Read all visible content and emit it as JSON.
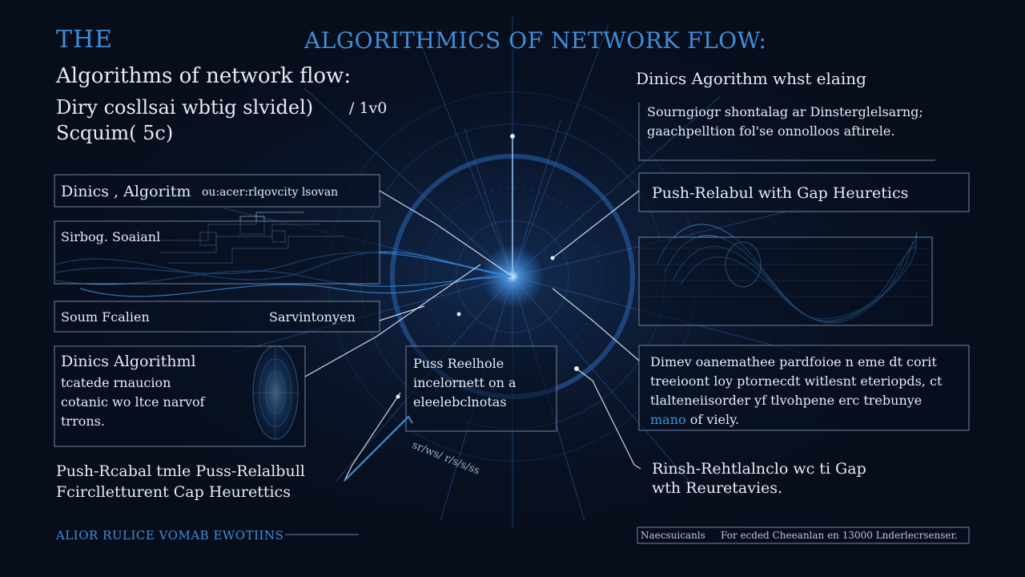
{
  "colors": {
    "background": "#070d1a",
    "accent_blue": "#3f8ed8",
    "line": "#8aa0bf",
    "glow": "#2f7fd6"
  },
  "header": {
    "title_left": "THE",
    "title_center": "ALGORITHMICS OF NETWORK FLOW:",
    "subtitle": "Algorithms of network flow:",
    "subtitle2_line1": "Diry cosllsai wbtig slvidel)",
    "subtitle2_marker": "/ 1v0",
    "subtitle2_line2": "Scquim( 5c)"
  },
  "left_panels": {
    "dinics_label": "Dinics , Algoritm",
    "dinics_sub": "ou:acer:rlqovcity lsovan",
    "circuit_label": "Sirbog. Soaianl",
    "source_left": "Soum Fcalien",
    "source_right": "Sarvintonyen",
    "dinics_algo_title": "Dinics Algorithml",
    "dinics_algo_body": [
      "tcatede rnaucion",
      "cotanic wo ltce narvof",
      "trrons."
    ],
    "push_relabel_title": "Push-Rcabal tmle Puss-Relalbull",
    "push_relabel_sub": "Fcirclletturent Cap Heurettics"
  },
  "center_panel": {
    "lines": [
      "Puss Reelhole",
      "incelornett on a",
      "eleelebclnotas"
    ]
  },
  "center_scribble": "sr/ws/ r/s/s/ss",
  "right_panels": {
    "dinics_heading": "Dinics Agorithm whst elaing",
    "note_line1": "Sourngiogr shontalag ar Dinsterglelsarng;",
    "note_line2": "gaachpelltion fol'se onnolloos aftirele.",
    "push_relabel_box": "Push-Relabul with Gap Heuretics",
    "desc_line1": "Dimev oanemathee pardfoioe n eme dt corit",
    "desc_line2": "treeioont loy ptornecdt witlesnt eteriopds, ct",
    "desc_line3": "tlalteneiisorder yf tlvohpene erc trebunye",
    "desc_line4_blue": "mano",
    "desc_line4_rest": " of viely.",
    "push_gap_line1": "Rinsh-Rehtlalnclo wc ti Gap",
    "push_gap_line2": "wth Reuretavies."
  },
  "footer": {
    "left": "ALIOR RULICE VOMAB EWOTIINS",
    "right_a": "Naecsuicanls",
    "right_b": "For ecded Cheeanlan en 13000 Lnderlecrsenser."
  }
}
